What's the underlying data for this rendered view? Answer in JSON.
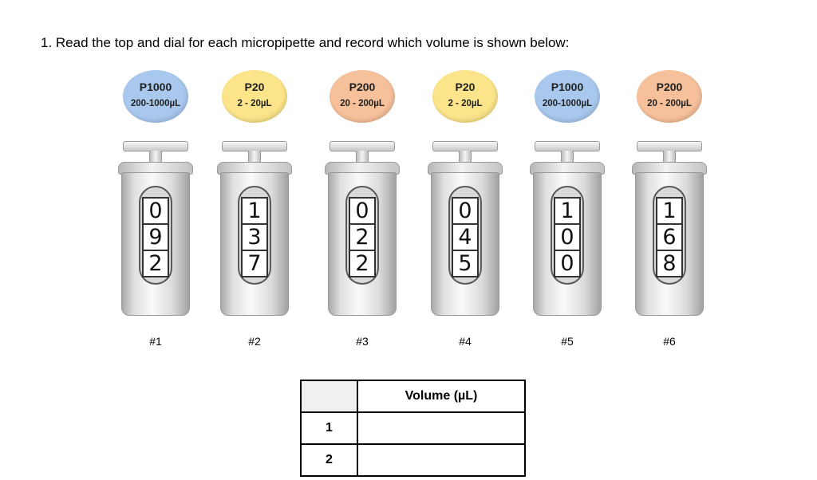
{
  "question": "1. Read the top and dial for each micropipette and record which volume is shown below:",
  "pipettes": [
    {
      "model": "P1000",
      "range": "200-1000µL",
      "digits": [
        "0",
        "9",
        "2"
      ],
      "label": "#1",
      "color": "#a9c8ee"
    },
    {
      "model": "P20",
      "range": "2 - 20µL",
      "digits": [
        "1",
        "3",
        "7"
      ],
      "label": "#2",
      "color": "#fbe48a"
    },
    {
      "model": "P200",
      "range": "20 - 200µL",
      "digits": [
        "0",
        "2",
        "2"
      ],
      "label": "#3",
      "color": "#f6c09a"
    },
    {
      "model": "P20",
      "range": "2 - 20µL",
      "digits": [
        "0",
        "4",
        "5"
      ],
      "label": "#4",
      "color": "#fbe48a"
    },
    {
      "model": "P1000",
      "range": "200-1000µL",
      "digits": [
        "1",
        "0",
        "0"
      ],
      "label": "#5",
      "color": "#a9c8ee"
    },
    {
      "model": "P200",
      "range": "20 - 200µL",
      "digits": [
        "1",
        "6",
        "8"
      ],
      "label": "#6",
      "color": "#f6c09a"
    }
  ],
  "table": {
    "header_volume": "Volume (µL)",
    "rows": [
      {
        "num": "1",
        "value": ""
      },
      {
        "num": "2",
        "value": ""
      }
    ]
  }
}
